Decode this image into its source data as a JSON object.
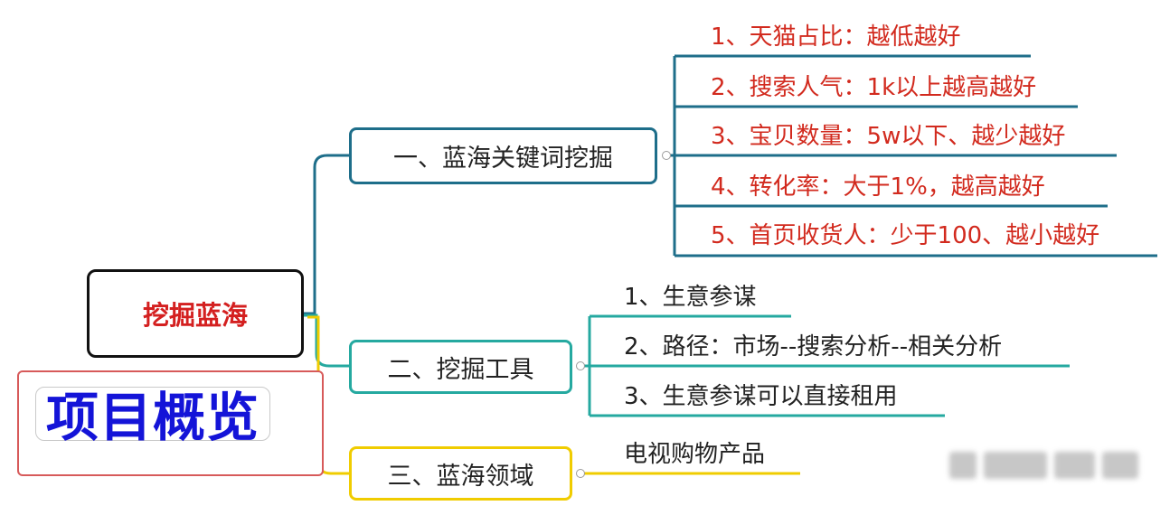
{
  "root": {
    "label": "挖掘蓝海"
  },
  "overview": {
    "title": "项目概览"
  },
  "branches": [
    {
      "label": "一、蓝海关键词挖掘",
      "color": "#1e6e8a",
      "leaf_color": "#d22a1e",
      "leaves": [
        "1、天猫占比：越低越好",
        "2、搜索人气：1k以上越高越好",
        "3、宝贝数量：5w以下、越少越好",
        "4、转化率：大于1%，越高越好",
        "5、首页收货人：少于100、越小越好"
      ]
    },
    {
      "label": "二、挖掘工具",
      "color": "#25a9a0",
      "leaf_color": "#222222",
      "leaves": [
        "1、生意参谋",
        "2、路径：市场--搜索分析--相关分析",
        "3、生意参谋可以直接租用"
      ]
    },
    {
      "label": "三、蓝海领域",
      "color": "#f0cc00",
      "leaf_color": "#222222",
      "leaves": [
        "电视购物产品"
      ]
    }
  ]
}
